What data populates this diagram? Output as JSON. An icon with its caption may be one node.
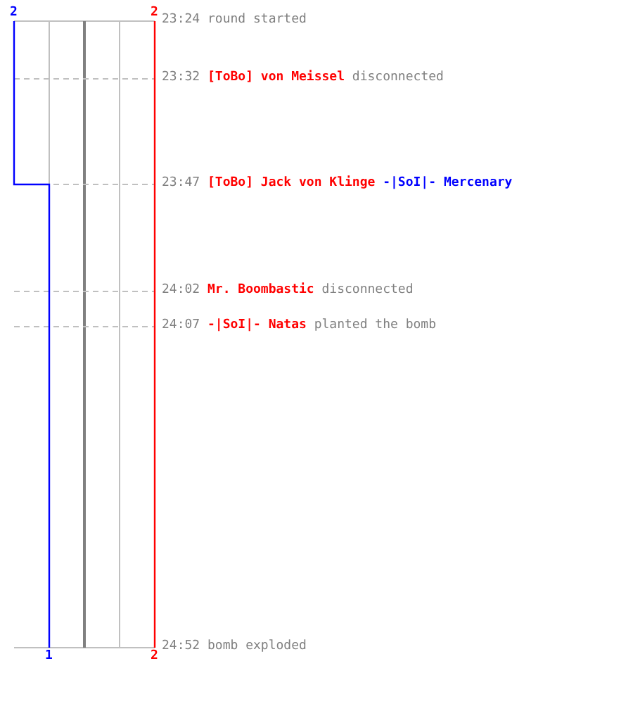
{
  "diagram": {
    "labels": [
      "2",
      "2",
      "23:24",
      "round started",
      "23:32",
      "[ToBo] von Meissel",
      "disconnected",
      "23:47",
      "[ToBo] Jack von Klinge",
      "-|SoI|- Mercenary",
      "24:02",
      "Mr. Boombastic",
      "disconnected",
      "24:07",
      "-|SoI|- Natas",
      "planted the bomb",
      "24:52",
      "bomb exploded",
      "1",
      "2"
    ]
  }
}
